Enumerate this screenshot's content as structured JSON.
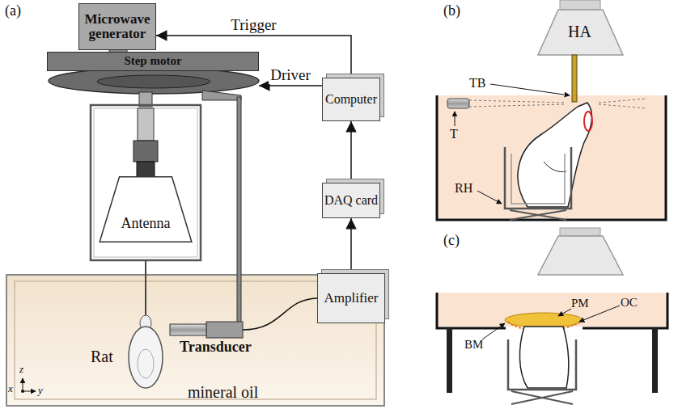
{
  "diagram": {
    "nodes": [
      {
        "text": [
          "Microwave generator"
        ]
      },
      {
        "text": [
          "Step motor"
        ]
      },
      {
        "text": [
          "Antenna"
        ]
      },
      {
        "text": [
          "Computer"
        ]
      },
      {
        "text": [
          "DAQ card"
        ]
      },
      {
        "text": [
          "Amplifier"
        ]
      }
    ],
    "edges": [
      {
        "from": 3,
        "to": 0,
        "label": "Trigger",
        "arrow": "to"
      },
      {
        "from": 3,
        "to": 1,
        "label": "Driver",
        "arrow": "to"
      },
      {
        "from": 4,
        "to": 3,
        "arrow": "to"
      },
      {
        "from": 5,
        "to": 4,
        "arrow": "to"
      }
    ],
    "labels": [
      "(a)",
      "Rat",
      "mineral oil",
      "Transducer",
      "z",
      "x",
      "y",
      "(b)",
      "HA",
      "TB",
      "T",
      "RH",
      "(c)",
      "PM",
      "OC",
      "BM"
    ]
  }
}
